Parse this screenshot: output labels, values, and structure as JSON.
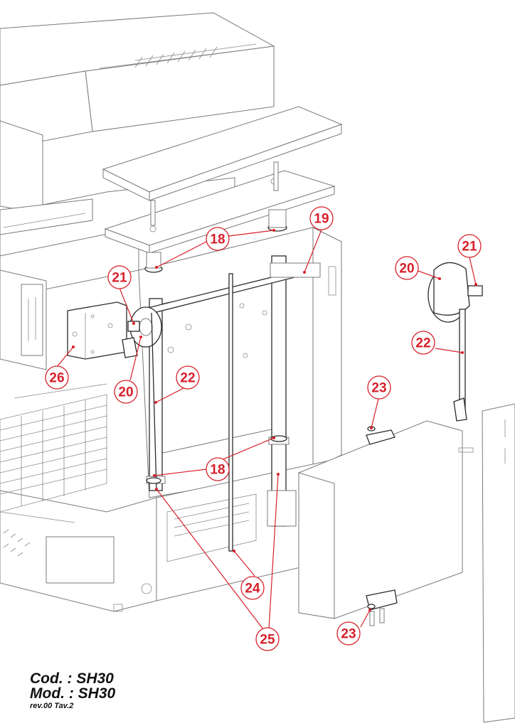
{
  "callouts": [
    {
      "id": "c-18-top",
      "label": "18"
    },
    {
      "id": "c-19",
      "label": "19"
    },
    {
      "id": "c-21-left",
      "label": "21"
    },
    {
      "id": "c-21-right",
      "label": "21"
    },
    {
      "id": "c-20-right",
      "label": "20"
    },
    {
      "id": "c-22-right",
      "label": "22"
    },
    {
      "id": "c-26",
      "label": "26"
    },
    {
      "id": "c-22-left",
      "label": "22"
    },
    {
      "id": "c-20-left",
      "label": "20"
    },
    {
      "id": "c-23-top",
      "label": "23"
    },
    {
      "id": "c-18-bottom",
      "label": "18"
    },
    {
      "id": "c-24",
      "label": "24"
    },
    {
      "id": "c-23-bottom",
      "label": "23"
    },
    {
      "id": "c-25",
      "label": "25"
    }
  ],
  "title_block": {
    "cod": "Cod. : SH30",
    "mod": "Mod. : SH30",
    "rev": "rev.00 Tav.2"
  },
  "colors": {
    "callout": "#d6202a",
    "linework": "#7a7a7a"
  }
}
